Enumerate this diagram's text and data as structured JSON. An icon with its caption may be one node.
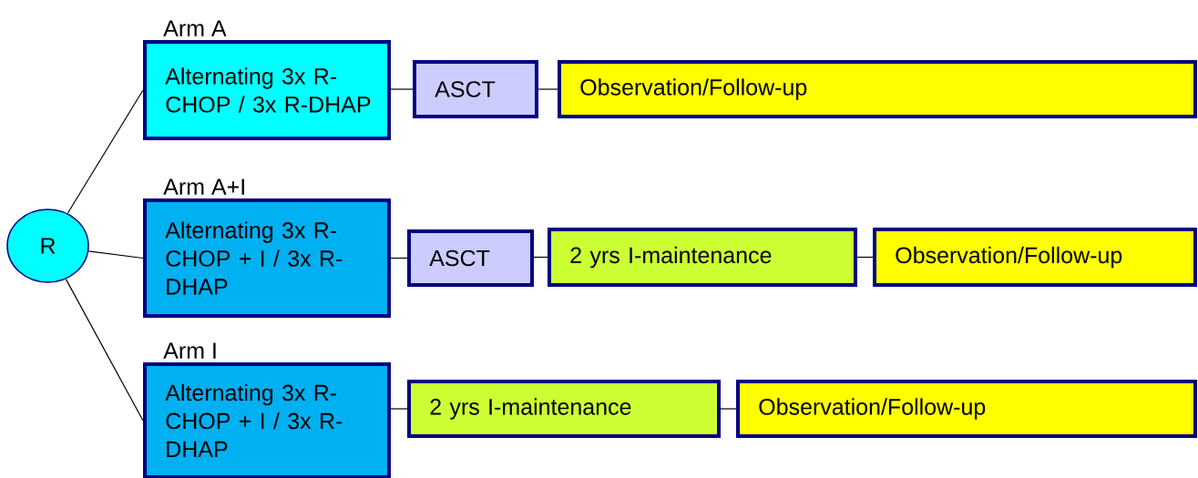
{
  "diagram": {
    "nodes": [
      {
        "text": [
          "R"
        ]
      },
      {
        "text": [
          "Arm A",
          "Alternating 3x R-CHOP / 3x R-DHAP"
        ]
      },
      {
        "text": [
          "ASCT"
        ]
      },
      {
        "text": [
          "Observation/Follow-up"
        ]
      },
      {
        "text": [
          "Arm A+I",
          "Alternating 3x R-CHOP + I / 3x R-DHAP"
        ]
      },
      {
        "text": [
          "ASCT"
        ]
      },
      {
        "text": [
          "2 yrs I-maintenance"
        ]
      },
      {
        "text": [
          "Observation/Follow-up"
        ]
      },
      {
        "text": [
          "Arm I",
          "Alternating 3x R-CHOP + I / 3x R-DHAP"
        ]
      },
      {
        "text": [
          "2 yrs I-maintenance"
        ]
      },
      {
        "text": [
          "Observation/Follow-up"
        ]
      }
    ],
    "edges": [
      {
        "from": 0,
        "to": 1,
        "arrow": "none"
      },
      {
        "from": 0,
        "to": 4,
        "arrow": "none"
      },
      {
        "from": 0,
        "to": 8,
        "arrow": "none"
      },
      {
        "from": 1,
        "to": 2,
        "arrow": "none"
      },
      {
        "from": 2,
        "to": 3,
        "arrow": "none"
      },
      {
        "from": 4,
        "to": 5,
        "arrow": "none"
      },
      {
        "from": 5,
        "to": 6,
        "arrow": "none"
      },
      {
        "from": 6,
        "to": 7,
        "arrow": "none"
      },
      {
        "from": 8,
        "to": 9,
        "arrow": "none"
      },
      {
        "from": 9,
        "to": 10,
        "arrow": "none"
      }
    ]
  }
}
